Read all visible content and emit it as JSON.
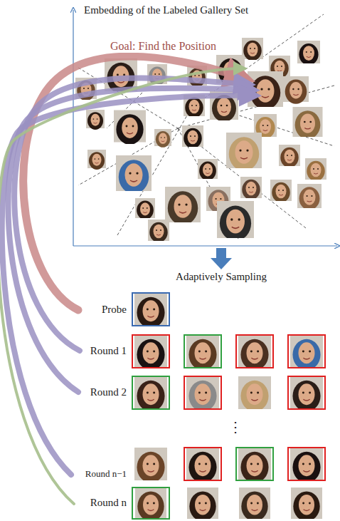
{
  "diagram": {
    "title": "Embedding of the Labeled Gallery Set",
    "labels": [
      "Goal: Find the Position",
      "Adaptively Sampling",
      "Probe",
      "Round 1",
      "Round 2",
      "⋮",
      "Round n−1",
      "Round n"
    ]
  }
}
